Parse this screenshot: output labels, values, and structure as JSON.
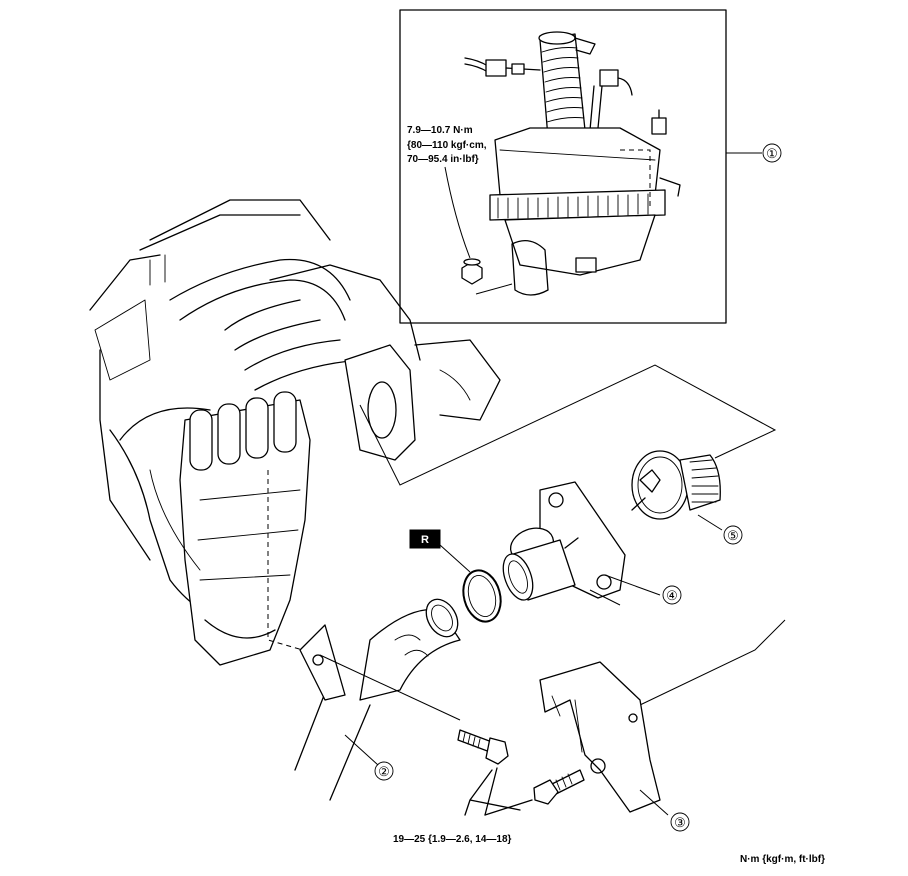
{
  "torque_specs": {
    "air_cleaner_bolt": [
      "7.9—10.7 N·m",
      "{80—110 kgf·cm,",
      "70—95.4 in·lbf}"
    ],
    "bracket_bolts": "19—25 {1.9—2.6, 14—18}"
  },
  "units_note": "N·m {kgf·m, ft·lbf}",
  "replace_badge": "R",
  "callouts": [
    "①",
    "②",
    "③",
    "④",
    "⑤"
  ]
}
